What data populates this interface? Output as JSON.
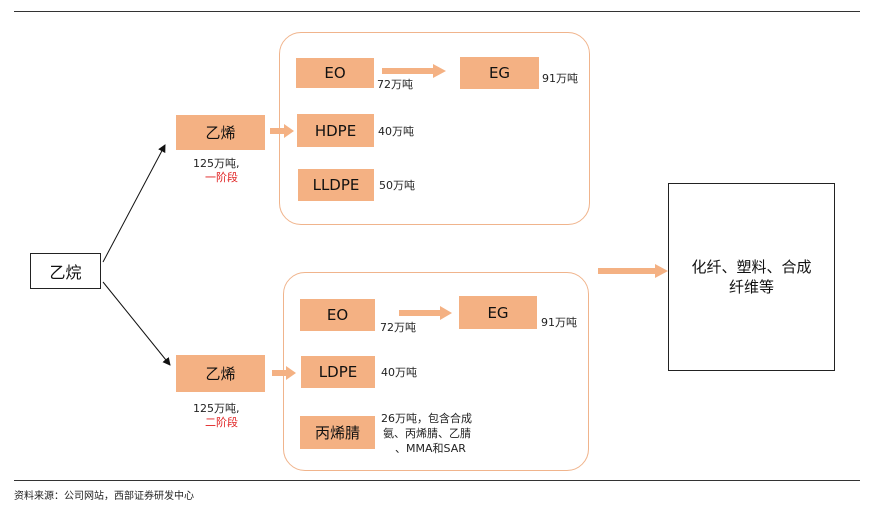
{
  "nodes": {
    "ethane": "乙烷",
    "top_ethylene": "乙烯",
    "top_eo": "EO",
    "top_eg": "EG",
    "top_hdpe": "HDPE",
    "top_lldpe": "LLDPE",
    "bottom_ethylene": "乙烯",
    "bottom_eo": "EO",
    "bottom_eg": "EG",
    "bottom_ldpe": "LDPE",
    "bottom_acrylonitrile": "丙烯腈",
    "end_use": "化纤、塑料、合成纤维等"
  },
  "labels": {
    "top_capacity": "125万吨,",
    "top_phase": "一阶段",
    "bottom_capacity": "125万吨,",
    "bottom_phase": "二阶段",
    "top_eo_cap": "72万吨",
    "top_eg_cap": "91万吨",
    "top_hdpe_cap": "40万吨",
    "top_lldpe_cap": "50万吨",
    "bottom_eo_cap": "72万吨",
    "bottom_eg_cap": "91万吨",
    "bottom_ldpe_cap": "40万吨",
    "bottom_acn_line1": "26万吨，包含合成",
    "bottom_acn_line2": "氨、丙烯腈、乙腈",
    "bottom_acn_line3": "、MMA和SAR"
  },
  "source": "资料来源：公司网站，西部证券研发中心",
  "colors": {
    "box_fill": "#f4b183",
    "group_border": "#f0b48c",
    "arrow": "#f4b183",
    "phase_red": "#e02020"
  }
}
